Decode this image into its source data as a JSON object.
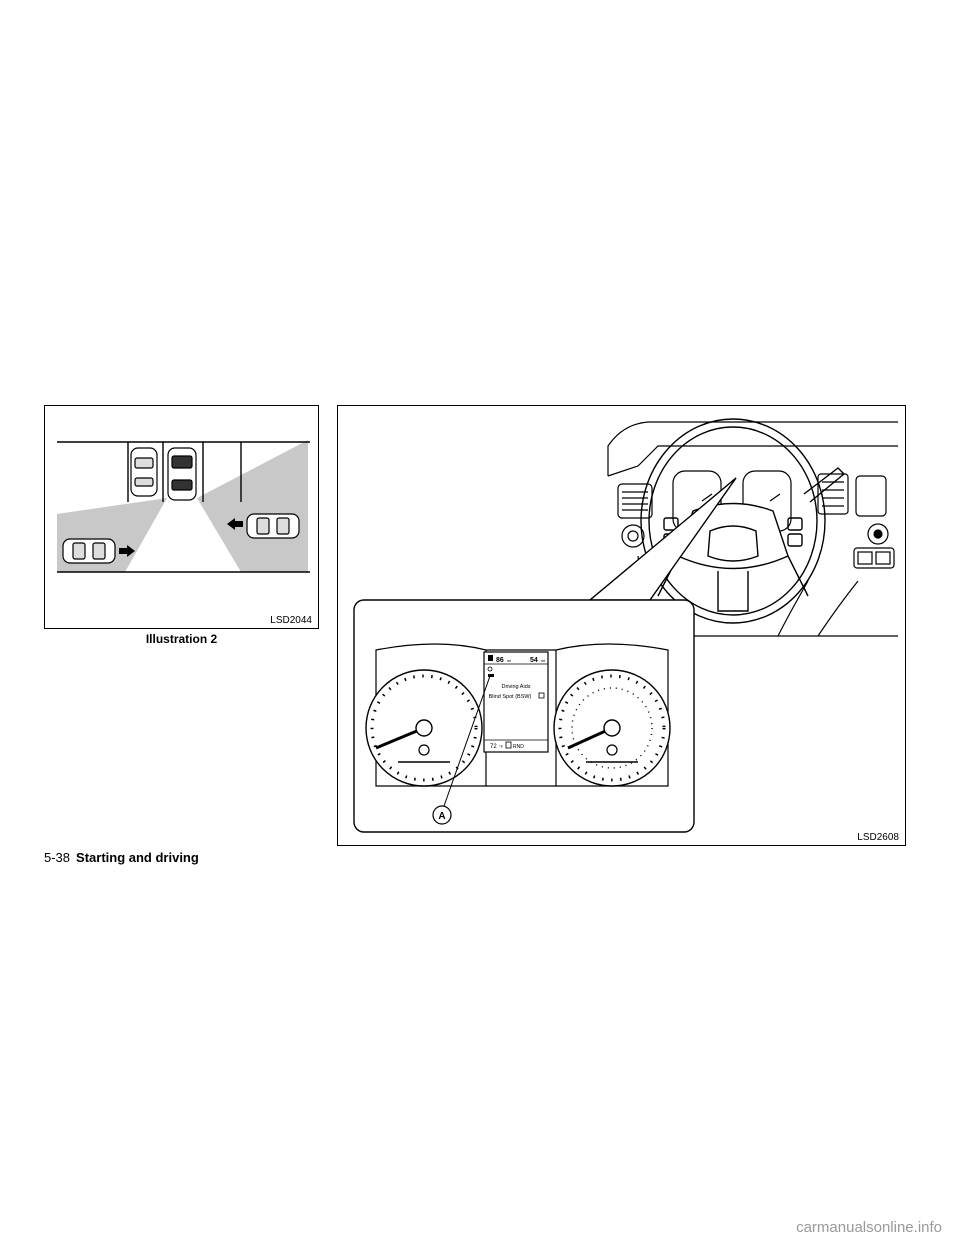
{
  "figures": {
    "left": {
      "code": "LSD2044",
      "caption": "Illustration 2"
    },
    "right": {
      "code": "LSD2608",
      "callout": "A",
      "display": {
        "odometer_left": "86",
        "odometer_left_unit": "mi",
        "odometer_right": "54",
        "odometer_right_unit": "mi",
        "menu_title": "Driving Aids",
        "menu_item": "Blind Spot (BSW)",
        "temperature": "72",
        "temperature_unit": "°F",
        "gear": "RND"
      }
    }
  },
  "footer": {
    "page_number": "5-38",
    "section": "Starting and driving"
  },
  "watermark": "carmanualsonline.info"
}
